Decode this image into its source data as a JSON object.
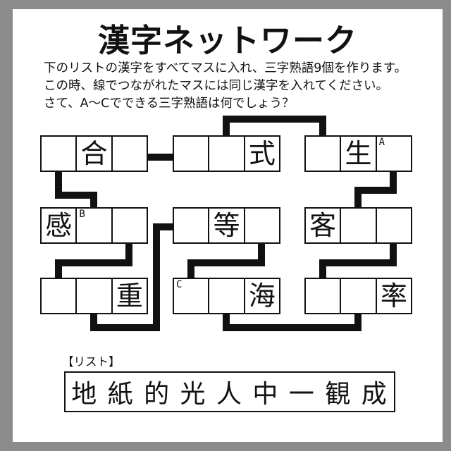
{
  "frame": {
    "border_color": "#8c8c8c",
    "page_color": "#ffffff",
    "ink_color": "#111111"
  },
  "header": {
    "title": "漢字ネットワーク"
  },
  "instructions": {
    "line1": "下のリストの漢字をすべてマスに入れ、三字熟語9個を作ります。",
    "line2": "この時、線でつながれたマスには同じ漢字を入れてください。",
    "line3": "さて、A〜Cでできる三字熟語は何でしょう？"
  },
  "puzzle": {
    "groups": {
      "r1l": {
        "cells": [
          {
            "kanji": "",
            "label": ""
          },
          {
            "kanji": "合",
            "label": ""
          },
          {
            "kanji": "",
            "label": ""
          }
        ]
      },
      "r1m": {
        "cells": [
          {
            "kanji": "",
            "label": ""
          },
          {
            "kanji": "",
            "label": ""
          },
          {
            "kanji": "式",
            "label": ""
          }
        ]
      },
      "r1r": {
        "cells": [
          {
            "kanji": "",
            "label": ""
          },
          {
            "kanji": "生",
            "label": ""
          },
          {
            "kanji": "",
            "label": "A"
          }
        ]
      },
      "r2l": {
        "cells": [
          {
            "kanji": "感",
            "label": ""
          },
          {
            "kanji": "",
            "label": "B"
          },
          {
            "kanji": "",
            "label": ""
          }
        ]
      },
      "r2m": {
        "cells": [
          {
            "kanji": "",
            "label": ""
          },
          {
            "kanji": "等",
            "label": ""
          },
          {
            "kanji": "",
            "label": ""
          }
        ]
      },
      "r2r": {
        "cells": [
          {
            "kanji": "客",
            "label": ""
          },
          {
            "kanji": "",
            "label": ""
          },
          {
            "kanji": "",
            "label": ""
          }
        ]
      },
      "r3l": {
        "cells": [
          {
            "kanji": "",
            "label": ""
          },
          {
            "kanji": "",
            "label": ""
          },
          {
            "kanji": "重",
            "label": ""
          }
        ]
      },
      "r3m": {
        "cells": [
          {
            "kanji": "",
            "label": "C"
          },
          {
            "kanji": "",
            "label": ""
          },
          {
            "kanji": "海",
            "label": ""
          }
        ]
      },
      "r3r": {
        "cells": [
          {
            "kanji": "",
            "label": ""
          },
          {
            "kanji": "",
            "label": ""
          },
          {
            "kanji": "率",
            "label": ""
          }
        ]
      }
    }
  },
  "list": {
    "heading": "【リスト】",
    "characters": "地 紙 的 光 人 中 一 観 成"
  }
}
